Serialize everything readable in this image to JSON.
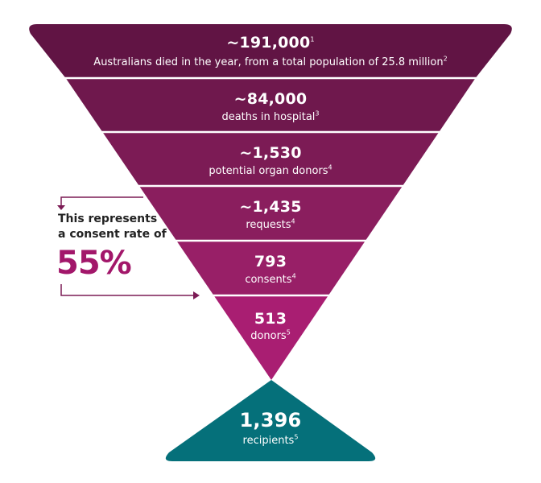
{
  "colors": {
    "band1": "#611444",
    "band2": "#6F184D",
    "band3": "#7C1B55",
    "band4": "#8A1E5E",
    "band5": "#981F67",
    "band6": "#A91E72",
    "recipients": "#05707A",
    "accent_pct": "#A2176A",
    "bracket": "#7C1B55",
    "separator": "#ffffff"
  },
  "stages": [
    {
      "value": "~191,000",
      "value_sup": "1",
      "label": "Australians died in the year, from a total population of 25.8 million",
      "label_sup": "2"
    },
    {
      "value": "~84,000",
      "value_sup": "",
      "label": "deaths in hospital",
      "label_sup": "3"
    },
    {
      "value": "~1,530",
      "value_sup": "",
      "label": "potential organ donors",
      "label_sup": "4"
    },
    {
      "value": "~1,435",
      "value_sup": "",
      "label": "requests",
      "label_sup": "4"
    },
    {
      "value": "793",
      "value_sup": "",
      "label": "consents",
      "label_sup": "4"
    },
    {
      "value": "513",
      "value_sup": "",
      "label": "donors",
      "label_sup": "5"
    }
  ],
  "recipients": {
    "value": "1,396",
    "label": "recipients",
    "label_sup": "5"
  },
  "callout": {
    "line1": "This represents",
    "line2": "a consent rate of",
    "percent": "55%"
  },
  "chart_data": {
    "type": "funnel",
    "title": "",
    "categories": [
      "Deaths (total)",
      "Deaths in hospital",
      "Potential organ donors",
      "Requests",
      "Consents",
      "Donors",
      "Recipients"
    ],
    "values": [
      191000,
      84000,
      1530,
      1435,
      793,
      513,
      1396
    ],
    "approximate": [
      true,
      true,
      true,
      true,
      false,
      false,
      false
    ],
    "annotations": [
      {
        "text": "Australians died in the year, from a total population of 25.8 million",
        "footnotes": [
          "1",
          "2"
        ]
      },
      {
        "text": "This represents a consent rate of 55%",
        "from": "Requests",
        "to": "Consents"
      }
    ],
    "population_total": "25.8 million",
    "consent_rate_percent": 55
  }
}
